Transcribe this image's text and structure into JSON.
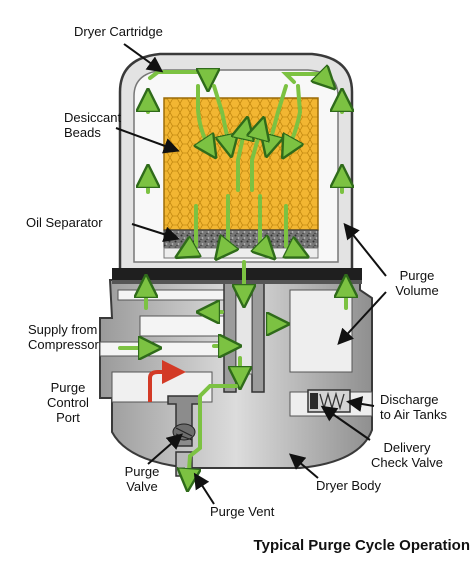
{
  "labels": {
    "dryer_cartridge": "Dryer Cartridge",
    "desiccant_beads": "Desiccant\nBeads",
    "oil_separator": "Oil Separator",
    "purge_volume": "Purge\nVolume",
    "supply_from_compressor": "Supply from\nCompressor",
    "purge_control_port": "Purge\nControl\nPort",
    "discharge_to_air_tanks": "Discharge\nto Air Tanks",
    "purge_valve": "Purge\nValve",
    "delivery_check_valve": "Delivery\nCheck Valve",
    "dryer_body": "Dryer Body",
    "purge_vent": "Purge Vent"
  },
  "caption": "Typical Purge Cycle Operation",
  "colors": {
    "desiccant": "#f2b632",
    "desiccant_edge": "#c48a10",
    "housing": "#d9d9d9",
    "housing_edge": "#3a3a3a",
    "flow_arrow": "#7cc242",
    "flow_arrow_edge": "#2f6b1a",
    "control_arrow": "#d33a26",
    "filter": "#4a4a4a"
  }
}
